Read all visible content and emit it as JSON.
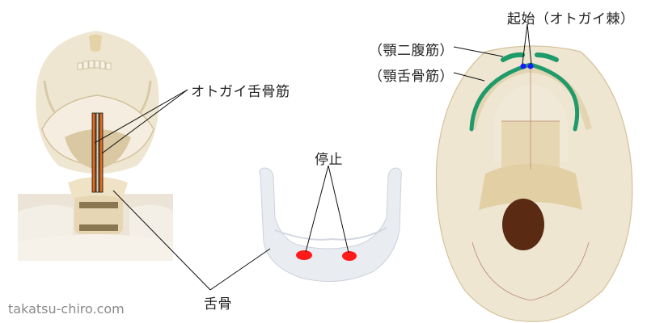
{
  "labels": {
    "geniohyoid_muscle": "オトガイ舌骨筋",
    "insertion": "停止",
    "hyoid_bone": "舌骨",
    "origin": "起始（オトガイ棘）",
    "digastric": "（顎二腹筋）",
    "mylohyoid": "（顎舌骨筋）"
  },
  "watermark": "takatsu-chiro.com",
  "colors": {
    "muscle_orange": "#e06a1e",
    "insertion_red": "#ff1a1a",
    "origin_blue": "#1a1aff",
    "muscle_green": "#1f9a6a",
    "bone": "#efe6d2",
    "bone_shadow": "#d8c9a8",
    "hyoid_bone": "#e9ecf1",
    "foramen": "#5a2a12"
  }
}
